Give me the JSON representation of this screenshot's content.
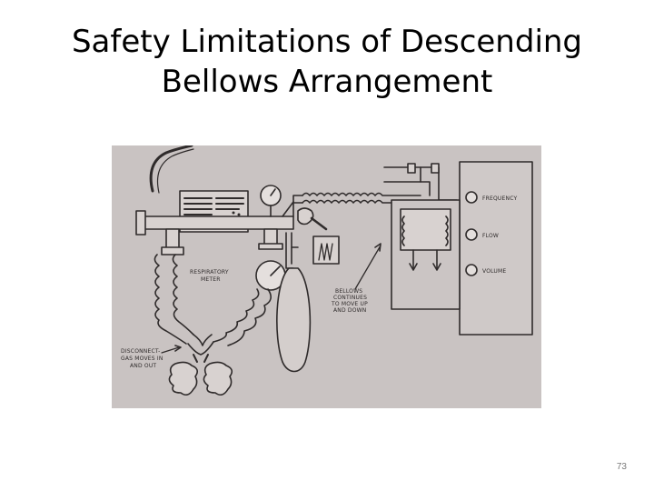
{
  "slide": {
    "title_line1": "Safety Limitations of Descending",
    "title_line2": "Bellows Arrangement",
    "page_number": "73"
  },
  "diagram": {
    "labels": {
      "frequency": "FREQUENCY",
      "flow": "FLOW",
      "volume": "VOLUME",
      "respiratory_meter_1": "RESPIRATORY",
      "respiratory_meter_2": "METER",
      "bellows_1": "BELLOWS",
      "bellows_2": "CONTINUES",
      "bellows_3": "TO MOVE UP",
      "bellows_4": "AND DOWN",
      "disconnect_1": "DISCONNECT-",
      "disconnect_2": "GAS MOVES IN",
      "disconnect_3": "AND OUT"
    },
    "colors": {
      "paper": "#c9c3c2",
      "ink": "#2f2b2b"
    }
  }
}
